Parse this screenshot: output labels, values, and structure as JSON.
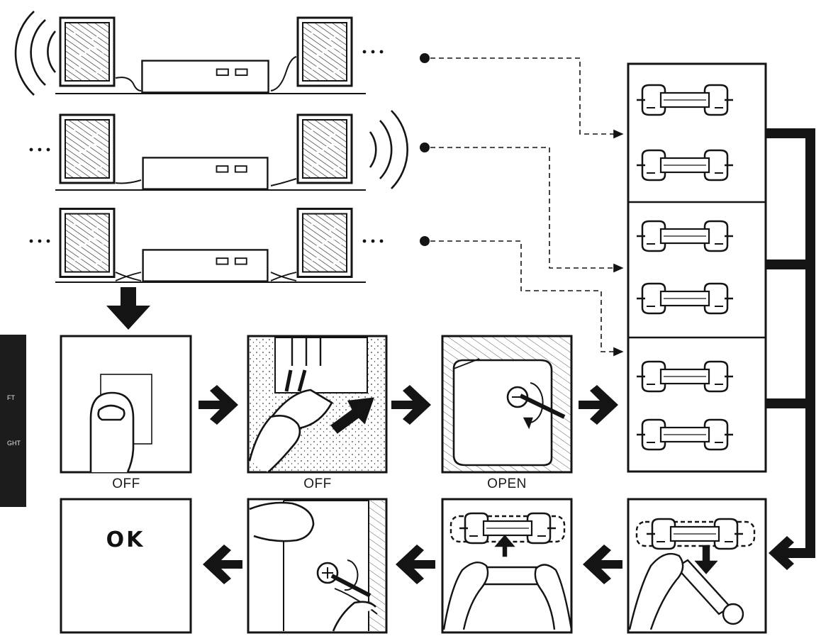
{
  "side_tab": {
    "lines": [
      "FT",
      "GHT"
    ],
    "color": "#1c1c1c"
  },
  "steps_row1": [
    {
      "label": "OFF",
      "icon": "finger-press-switch-icon"
    },
    {
      "label": "OFF",
      "icon": "unplug-power-cord-icon"
    },
    {
      "label": "OPEN",
      "icon": "unscrew-cover-icon"
    }
  ],
  "steps_row2": [
    {
      "label": "",
      "icon": "remove-fuse-icon"
    },
    {
      "label": "",
      "icon": "insert-fuse-icon"
    },
    {
      "label": "",
      "icon": "tighten-screw-icon"
    },
    {
      "label": "OK",
      "icon": "ok-panel"
    }
  ],
  "fuse_panels": 3,
  "colors": {
    "ink": "#141414",
    "paper": "#ffffff"
  }
}
